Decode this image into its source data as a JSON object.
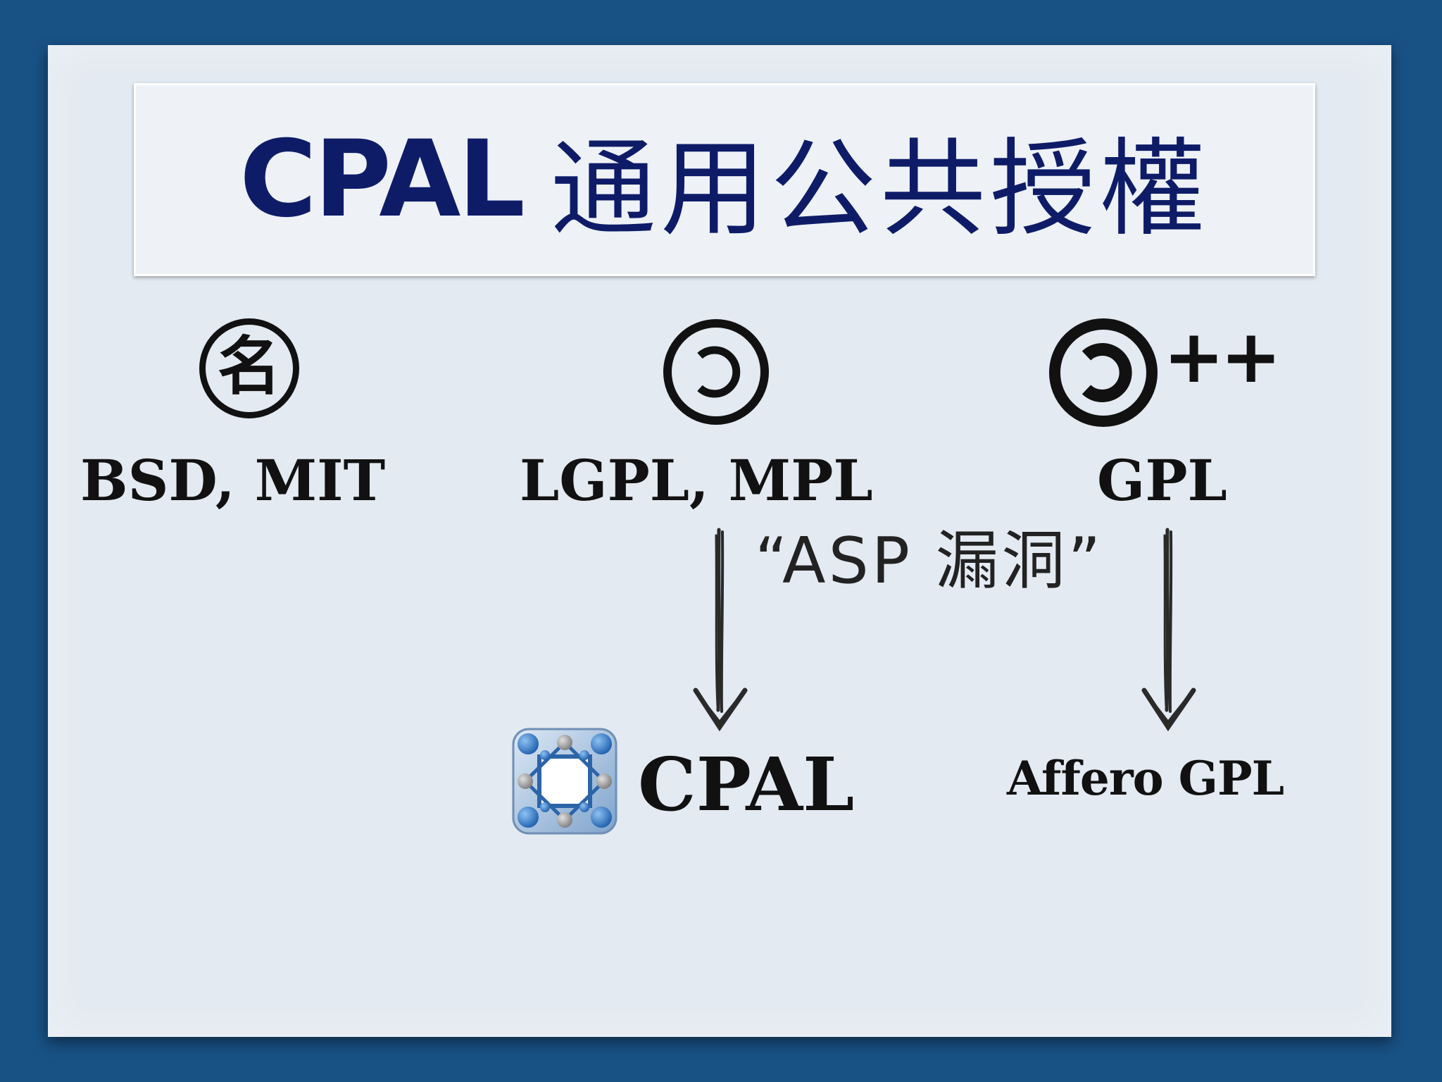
{
  "title": {
    "latin": "CPAL",
    "cjk": "通用公共授權"
  },
  "licenses": {
    "permissive": {
      "icon": "attribution-icon",
      "symbol_text": "名",
      "label": "BSD, MIT"
    },
    "weak_copyleft": {
      "icon": "copyleft-icon",
      "label": "LGPL, MPL"
    },
    "strong_copyleft": {
      "icon": "copyleft-plus-icon",
      "suffix": "++",
      "label": "GPL"
    }
  },
  "loophole_note": "“ASP 漏洞”",
  "results": {
    "cpal": {
      "icon": "cpal-logo",
      "label": "CPAL"
    },
    "affero": {
      "label": "Affero GPL"
    }
  },
  "colors": {
    "background": "#185184",
    "card": "#e4eaf1",
    "title": "#0e1c68",
    "ink": "#111111"
  }
}
